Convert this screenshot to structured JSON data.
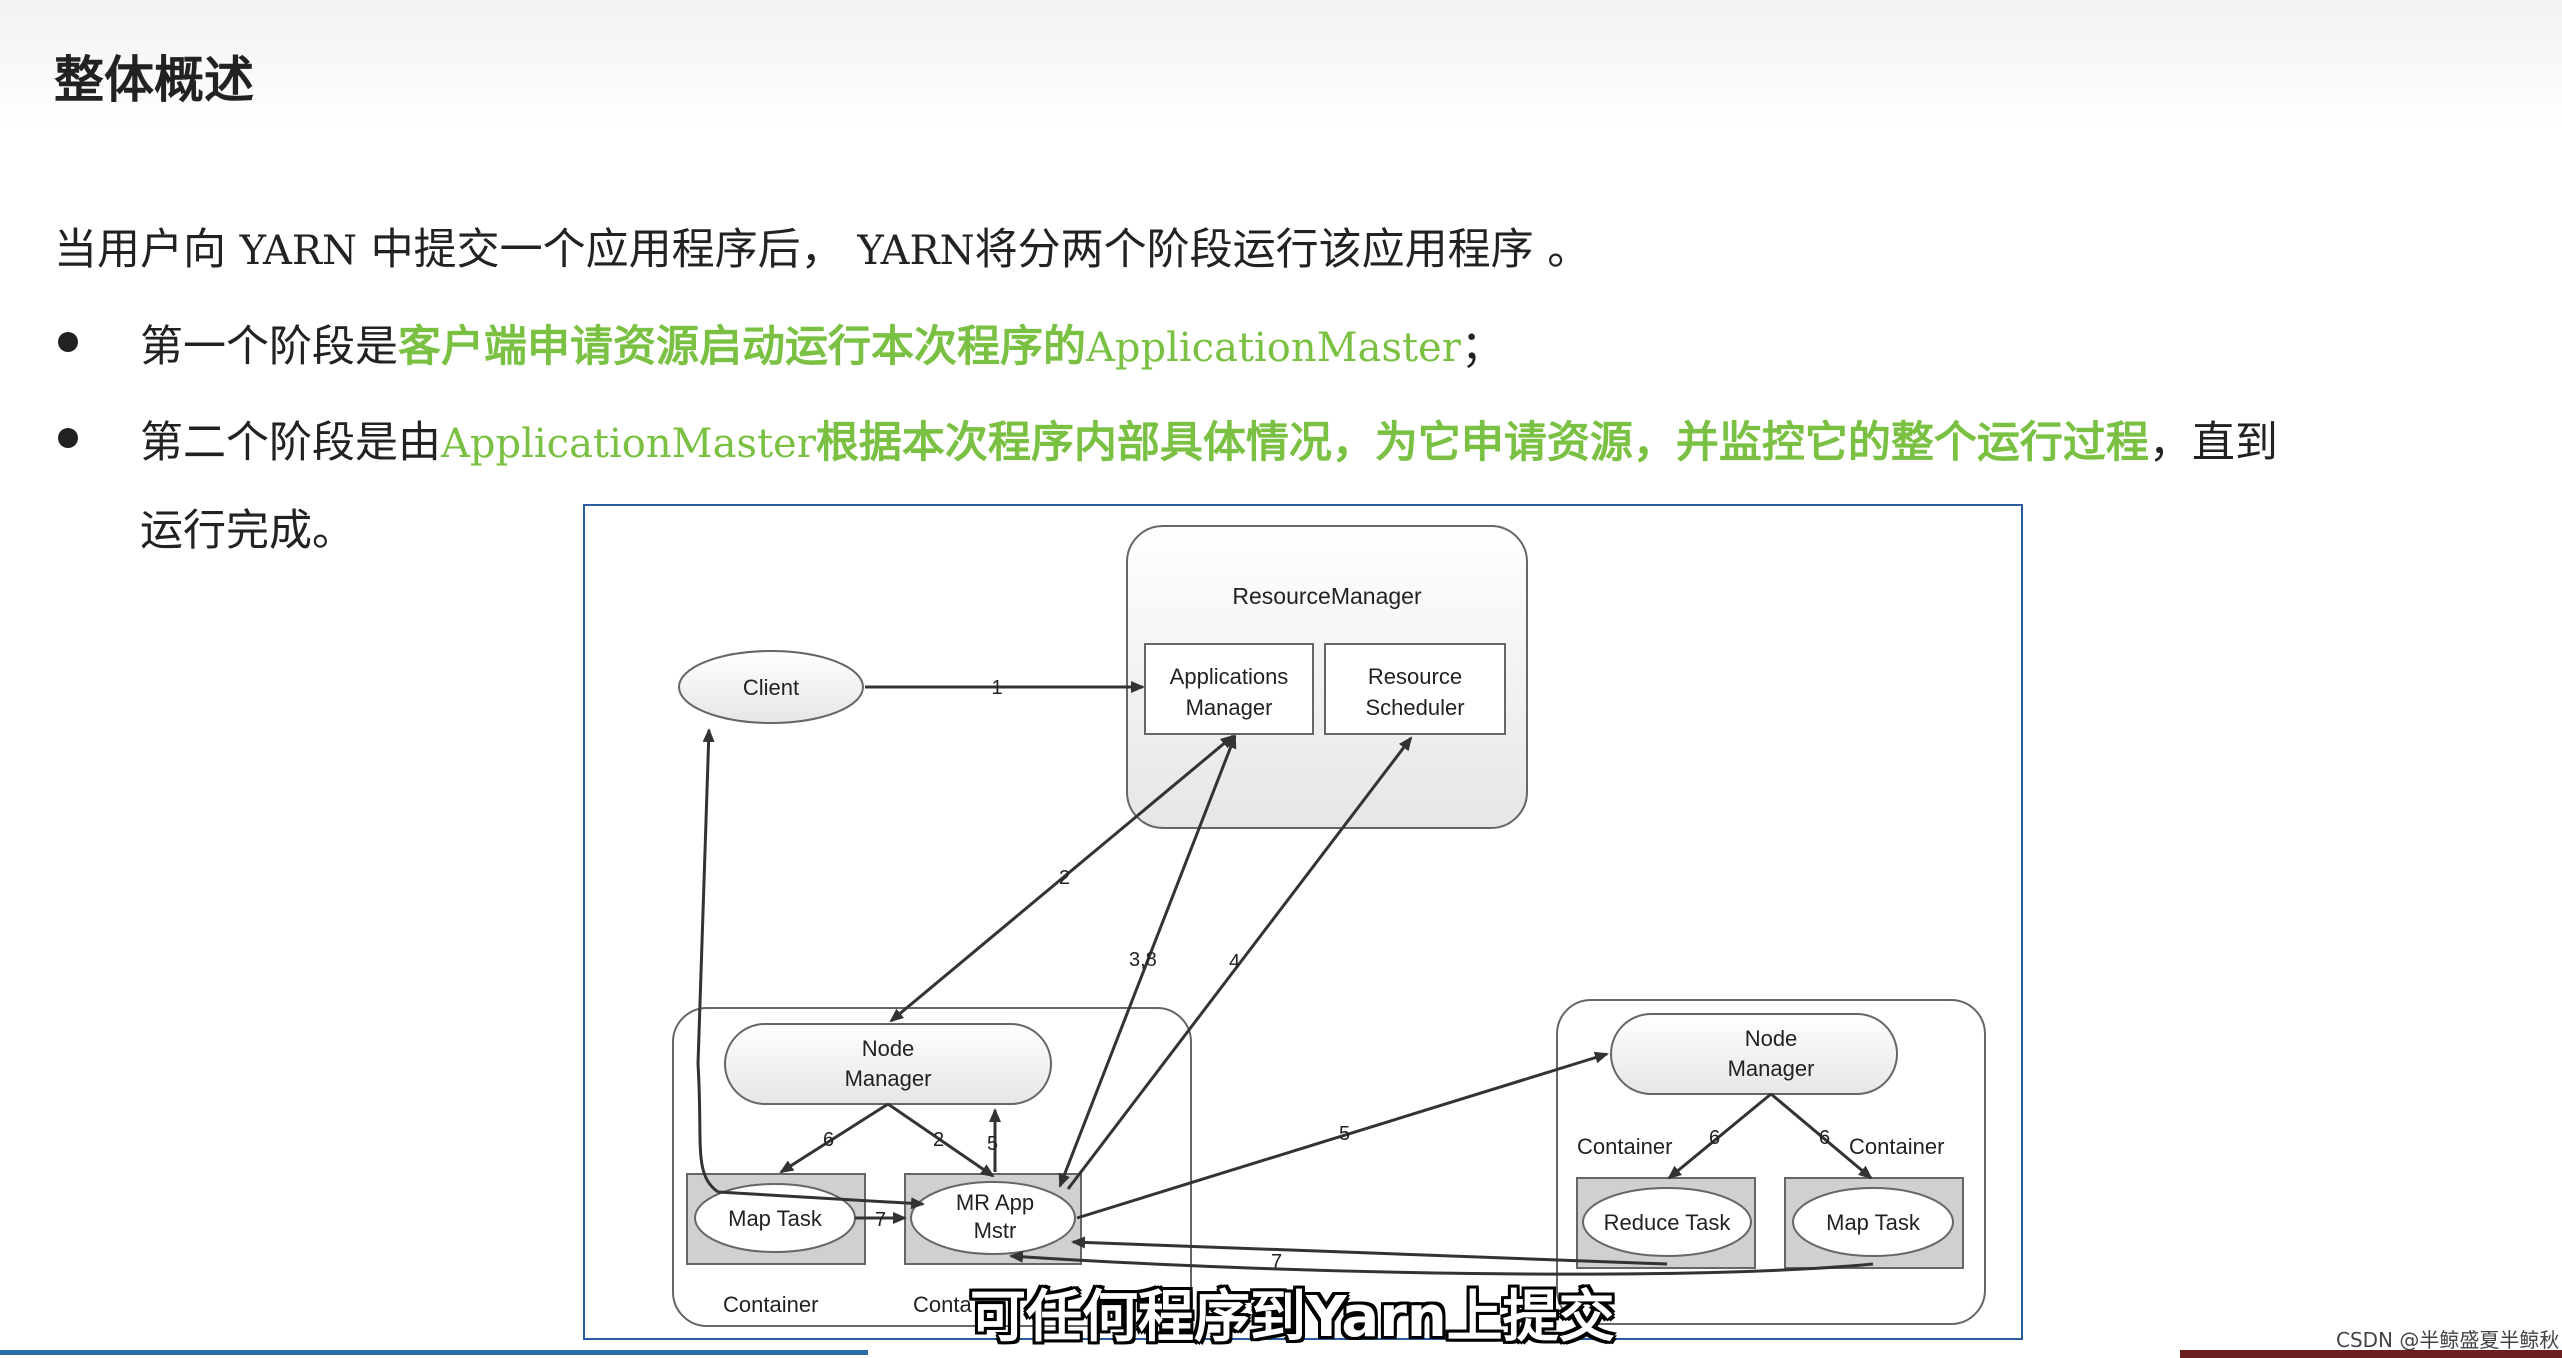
{
  "heading": "整体概述",
  "intro": {
    "part1": "当用户向 ",
    "yarn1": "YARN",
    "part2": " 中提交一个应用程序后， ",
    "yarn2": "YARN",
    "part3": "将分两个阶段运行该应用程序 。"
  },
  "bullets": [
    {
      "prefix": "第一个阶段是",
      "highlight": "客户端申请资源启动运行本次程序的",
      "highlight_mono": "ApplicationMaster",
      "suffix": "；"
    },
    {
      "prefix": "第二个阶段是由",
      "highlight_mono": "ApplicationMaster",
      "highlight": "根据本次程序内部具体情况，为它申请资源，并监控它的整个运行过程",
      "suffix": "，直到",
      "line2": "运行完成。"
    }
  ],
  "diagram": {
    "resource_manager": "ResourceManager",
    "applications_manager": [
      "Applications",
      "Manager"
    ],
    "resource_scheduler": [
      "Resource",
      "Scheduler"
    ],
    "client": "Client",
    "node_manager": [
      "Node",
      "Manager"
    ],
    "map_task": "Map Task",
    "mr_app_mstr": [
      "MR App",
      "Mstr"
    ],
    "reduce_task": "Reduce Task",
    "container": "Container",
    "container_partial": "Conta",
    "labels": {
      "l1": "1",
      "l2": "2",
      "l38": "3,8",
      "l4": "4",
      "l5": "5",
      "l6": "6",
      "l7": "7"
    }
  },
  "subtitle": "可任何程序到Yarn上提交",
  "watermark": "CSDN @半鲸盛夏半鲸秋",
  "colors": {
    "highlight": "#7ac143",
    "diagram_border": "#2a5d9f",
    "box_fill": "#d0d0d0"
  }
}
